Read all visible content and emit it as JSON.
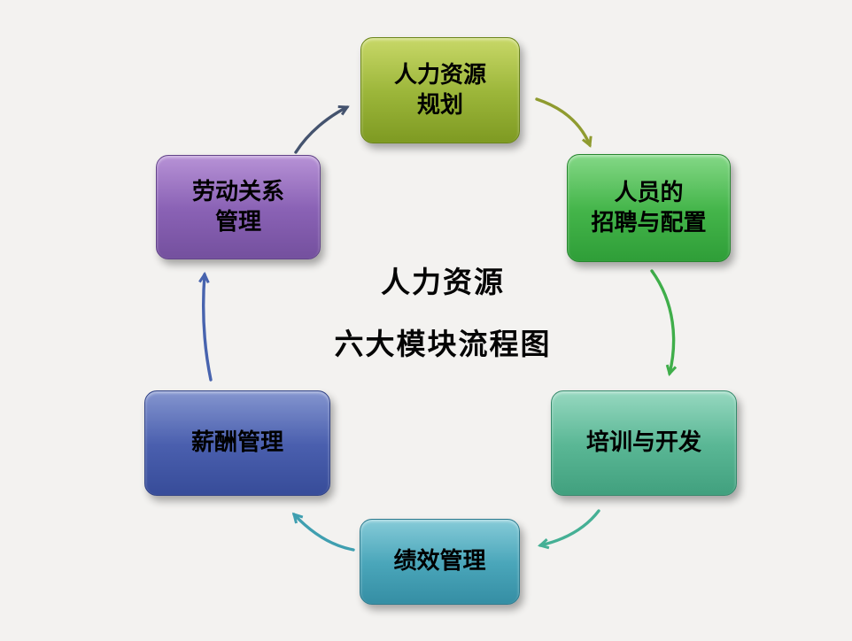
{
  "background": "#f3f2f0",
  "title": {
    "line1": "人力资源",
    "line2": "六大模块流程图"
  },
  "nodes": [
    {
      "id": "hr-planning",
      "label": "人力资源\n规划",
      "colors": {
        "top": "#c8d868",
        "mid": "#9cb63a",
        "bottom": "#7e9a22",
        "border": "#6a8418"
      }
    },
    {
      "id": "recruitment",
      "label": "人员的\n招聘与配置",
      "colors": {
        "top": "#84d886",
        "mid": "#44b54a",
        "bottom": "#2f9e38",
        "border": "#27862f"
      }
    },
    {
      "id": "training",
      "label": "培训与开发",
      "colors": {
        "top": "#97d8c0",
        "mid": "#5ab795",
        "bottom": "#41a07e",
        "border": "#35896b"
      }
    },
    {
      "id": "performance",
      "label": "绩效管理",
      "colors": {
        "top": "#86cbd8",
        "mid": "#4aa6ba",
        "bottom": "#358ea4",
        "border": "#2c7a8e"
      }
    },
    {
      "id": "compensation",
      "label": "薪酬管理",
      "colors": {
        "top": "#8495cf",
        "mid": "#4a5fae",
        "bottom": "#374c99",
        "border": "#2e4085"
      }
    },
    {
      "id": "labor-relations",
      "label": "劳动关系\n管理",
      "colors": {
        "top": "#b792d6",
        "mid": "#8a62b5",
        "bottom": "#74509e",
        "border": "#624389"
      }
    }
  ],
  "arrows": [
    {
      "from": "labor-relations",
      "to": "hr-planning",
      "color": "#44536e"
    },
    {
      "from": "hr-planning",
      "to": "recruitment",
      "color": "#8f9b2f"
    },
    {
      "from": "recruitment",
      "to": "training",
      "color": "#3fae4a"
    },
    {
      "from": "training",
      "to": "performance",
      "color": "#45b095"
    },
    {
      "from": "performance",
      "to": "compensation",
      "color": "#3f9fb0"
    },
    {
      "from": "compensation",
      "to": "labor-relations",
      "color": "#4763ae"
    }
  ]
}
